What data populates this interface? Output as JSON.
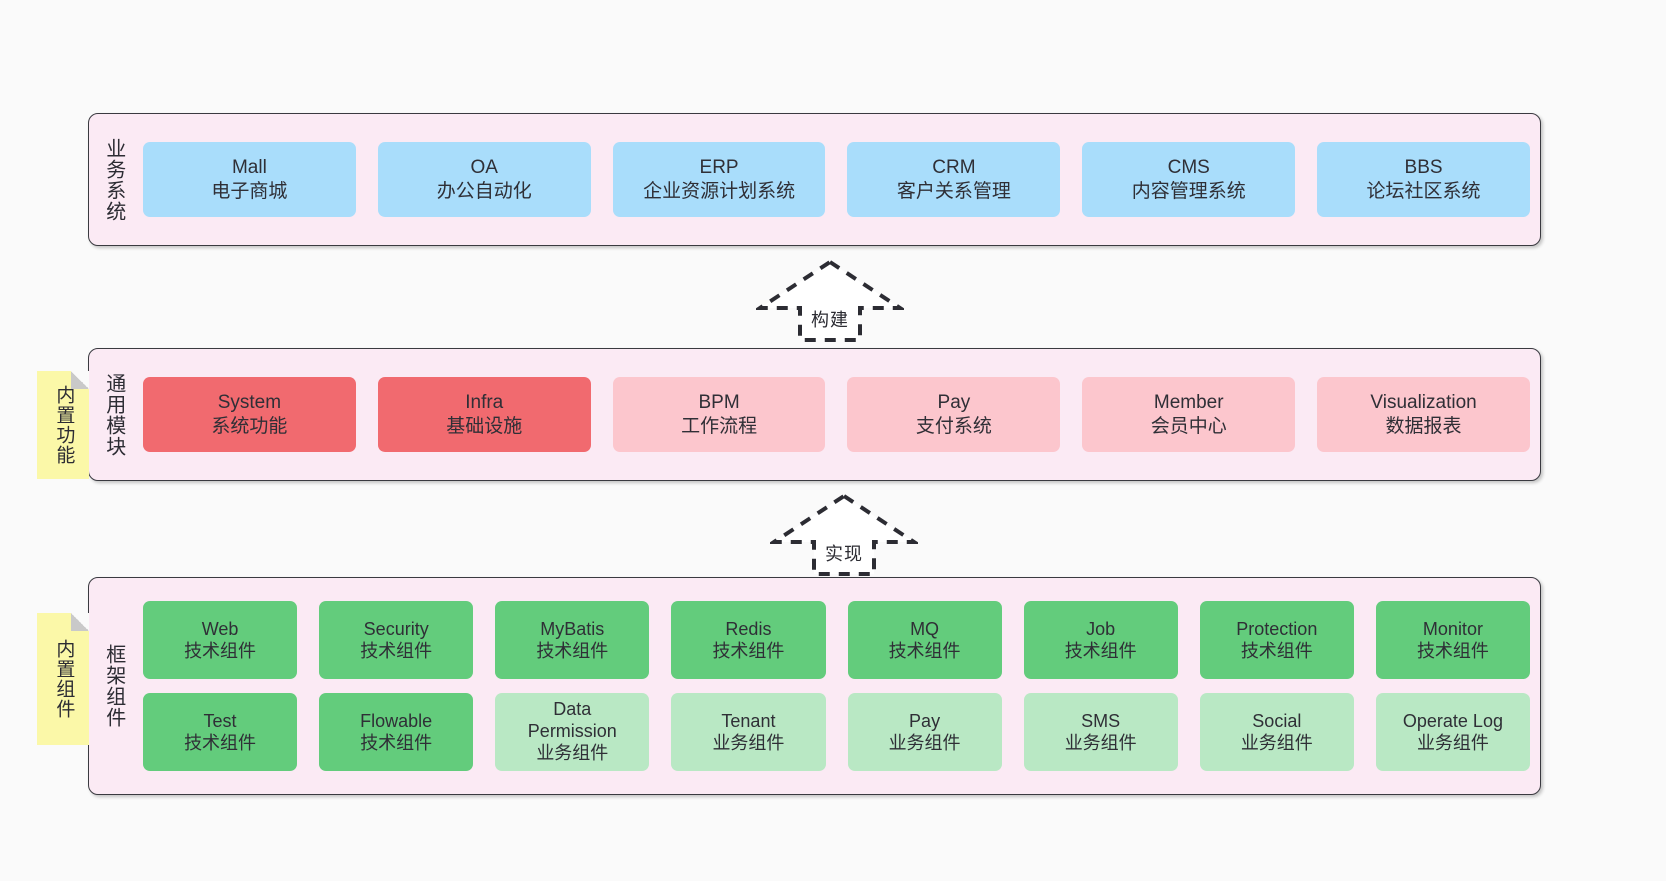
{
  "diagram": {
    "background_color": "#fafafa",
    "layer_fill": "#fbeaf4",
    "layer_border": "#3a3a40",
    "note_fill": "#fbf8a8"
  },
  "layers": [
    {
      "id": "business",
      "title": "业务系统",
      "cell_color": "#a9ddfb",
      "rows": [
        [
          {
            "en": "Mall",
            "cn": "电子商城"
          },
          {
            "en": "OA",
            "cn": "办公自动化"
          },
          {
            "en": "ERP",
            "cn": "企业资源计划系统"
          },
          {
            "en": "CRM",
            "cn": "客户关系管理"
          },
          {
            "en": "CMS",
            "cn": "内容管理系统"
          },
          {
            "en": "BBS",
            "cn": "论坛社区系统"
          }
        ]
      ]
    },
    {
      "id": "modules",
      "title": "通用模块",
      "cell_color_strong": "#f16a6f",
      "cell_color_light": "#fcc6cd",
      "rows": [
        [
          {
            "en": "System",
            "cn": "系统功能",
            "tone": "strong"
          },
          {
            "en": "Infra",
            "cn": "基础设施",
            "tone": "strong"
          },
          {
            "en": "BPM",
            "cn": "工作流程",
            "tone": "light"
          },
          {
            "en": "Pay",
            "cn": "支付系统",
            "tone": "light"
          },
          {
            "en": "Member",
            "cn": "会员中心",
            "tone": "light"
          },
          {
            "en": "Visualization",
            "cn": "数据报表",
            "tone": "light"
          }
        ]
      ]
    },
    {
      "id": "framework",
      "title": "框架组件",
      "cell_color_strong": "#63cc7c",
      "cell_color_light": "#b9e8c4",
      "rows": [
        [
          {
            "en": "Web",
            "cn": "技术组件",
            "tone": "strong"
          },
          {
            "en": "Security",
            "cn": "技术组件",
            "tone": "strong"
          },
          {
            "en": "MyBatis",
            "cn": "技术组件",
            "tone": "strong"
          },
          {
            "en": "Redis",
            "cn": "技术组件",
            "tone": "strong"
          },
          {
            "en": "MQ",
            "cn": "技术组件",
            "tone": "strong"
          },
          {
            "en": "Job",
            "cn": "技术组件",
            "tone": "strong"
          },
          {
            "en": "Protection",
            "cn": "技术组件",
            "tone": "strong"
          },
          {
            "en": "Monitor",
            "cn": "技术组件",
            "tone": "strong"
          }
        ],
        [
          {
            "en": "Test",
            "cn": "技术组件",
            "tone": "strong"
          },
          {
            "en": "Flowable",
            "cn": "技术组件",
            "tone": "strong"
          },
          {
            "en": "Data Permission",
            "cn": "业务组件",
            "tone": "light"
          },
          {
            "en": "Tenant",
            "cn": "业务组件",
            "tone": "light"
          },
          {
            "en": "Pay",
            "cn": "业务组件",
            "tone": "light"
          },
          {
            "en": "SMS",
            "cn": "业务组件",
            "tone": "light"
          },
          {
            "en": "Social",
            "cn": "业务组件",
            "tone": "light"
          },
          {
            "en": "Operate Log",
            "cn": "业务组件",
            "tone": "light"
          }
        ]
      ]
    }
  ],
  "notes": [
    {
      "id": "functions",
      "label": "内置功能"
    },
    {
      "id": "components",
      "label": "内置组件"
    }
  ],
  "arrows": [
    {
      "id": "build",
      "label": "构建",
      "direction": "up",
      "style": "dashed-hollow"
    },
    {
      "id": "implement",
      "label": "实现",
      "direction": "up",
      "style": "dashed-hollow"
    }
  ]
}
